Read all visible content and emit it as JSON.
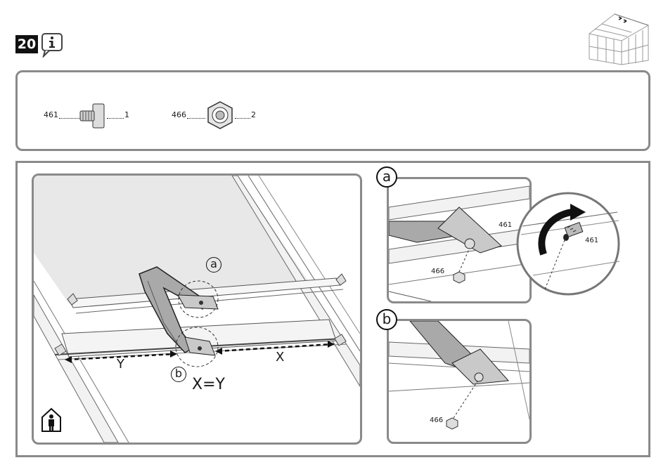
{
  "step": {
    "number": "20"
  },
  "icons": {
    "info": "info-bubble-icon",
    "greenhouse": "greenhouse-thumbnail-icon",
    "person": "person-inside-house-icon",
    "bolt": "bolt-icon",
    "nut": "nut-icon",
    "rotate": "rotate-arrow-icon"
  },
  "parts": [
    {
      "code": "461",
      "qty": "1"
    },
    {
      "code": "466",
      "qty": "2"
    }
  ],
  "main": {
    "callout_a": "a",
    "callout_b": "b",
    "dim_x": "X",
    "dim_y": "Y",
    "equation": "X=Y"
  },
  "detail_a": {
    "label": "a",
    "part_bolt": "461",
    "part_bolt_zoom": "461",
    "part_nut": "466"
  },
  "detail_b": {
    "label": "b",
    "part_nut": "466"
  }
}
